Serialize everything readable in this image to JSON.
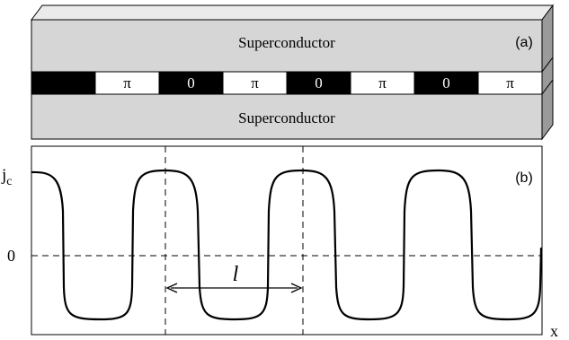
{
  "panel_a": {
    "top_layer_label": "Superconductor",
    "bottom_layer_label": "Superconductor",
    "panel_label": "(a)",
    "segments": [
      {
        "label": "",
        "dark": true
      },
      {
        "label": "π",
        "dark": false
      },
      {
        "label": "0",
        "dark": true
      },
      {
        "label": "π",
        "dark": false
      },
      {
        "label": "0",
        "dark": true
      },
      {
        "label": "π",
        "dark": false
      },
      {
        "label": "0",
        "dark": true
      },
      {
        "label": "π",
        "dark": false
      }
    ]
  },
  "panel_b": {
    "panel_label": "(b)",
    "y_axis_label_main": "j",
    "y_axis_label_sub": "c",
    "zero_label": "0",
    "x_axis_label": "x",
    "period_label": "l"
  },
  "colors": {
    "layer_fill": "#d6d6d6",
    "layer_side": "#9a9a9a",
    "dark_segment": "#000000",
    "light_segment": "#ffffff",
    "line": "#000000"
  }
}
